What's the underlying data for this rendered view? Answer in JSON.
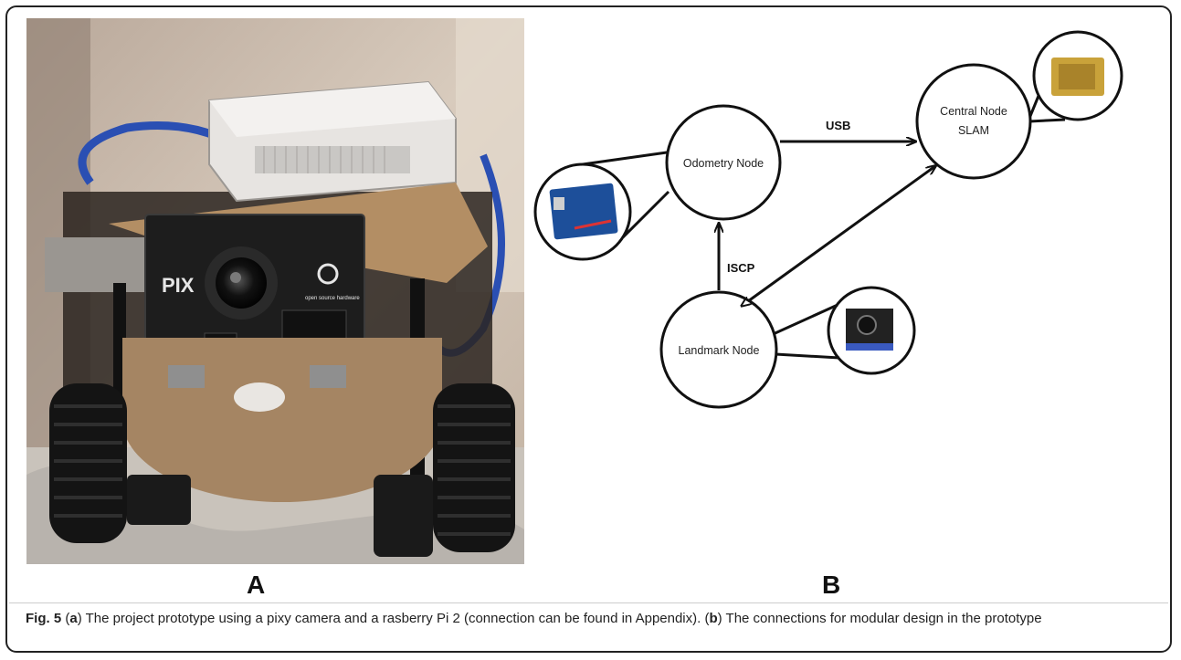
{
  "panels": {
    "a_label": "A",
    "b_label": "B"
  },
  "diagram": {
    "nodes": {
      "odometry": "Odometry Node",
      "central_line1": "Central Node",
      "central_line2": "SLAM",
      "landmark": "Landmark Node"
    },
    "edges": {
      "usb": "USB",
      "iscp": "ISCP"
    }
  },
  "caption": {
    "fig": "Fig. 5",
    "p1": " (",
    "a": "a",
    "p2": ") The project prototype using a pixy camera and a rasberry Pi 2 (connection can be found in Appendix). (",
    "b": "b",
    "p3": ") The connections for modular design in the prototype"
  },
  "photo": {
    "board_text": "PIX",
    "logo_text": "open source hardware"
  }
}
